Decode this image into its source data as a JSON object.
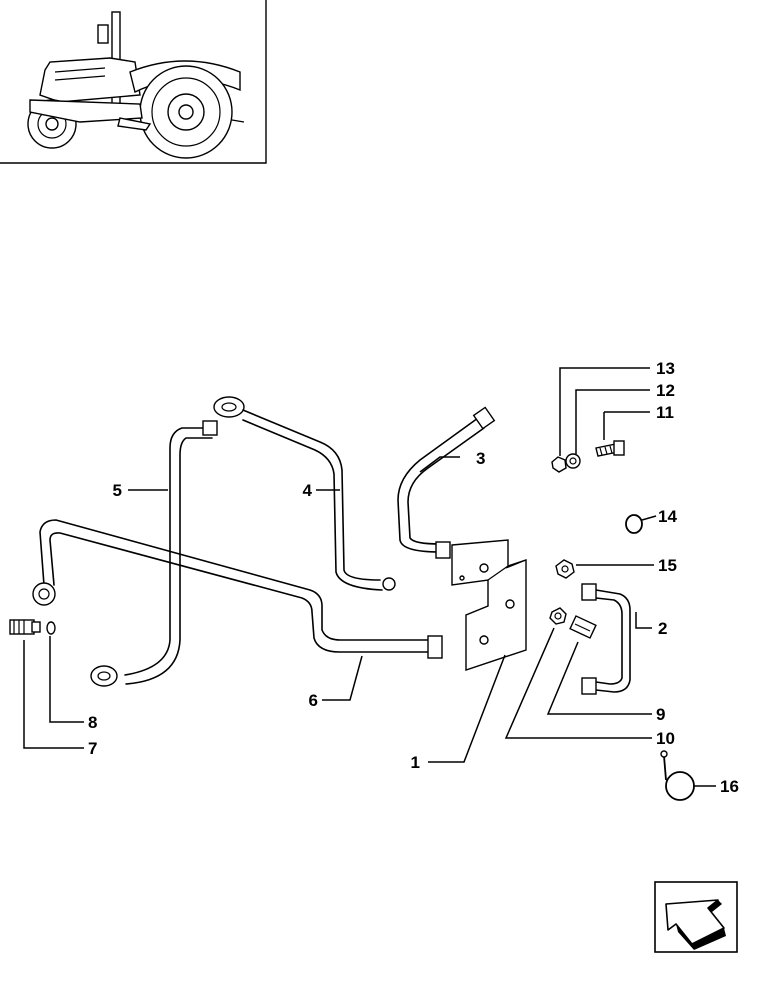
{
  "labels": {
    "l1": "1",
    "l2": "2",
    "l3": "3",
    "l4": "4",
    "l5": "5",
    "l6": "6",
    "l7": "7",
    "l8": "8",
    "l9": "9",
    "l10": "10",
    "l11": "11",
    "l12": "12",
    "l13": "13",
    "l14": "14",
    "l15": "15",
    "l16": "16"
  },
  "icons": {
    "thumbnail": "tractor-thumbnail-icon",
    "nav": "back-arrow-icon"
  },
  "colors": {
    "ink": "#000000",
    "paper": "#ffffff"
  }
}
